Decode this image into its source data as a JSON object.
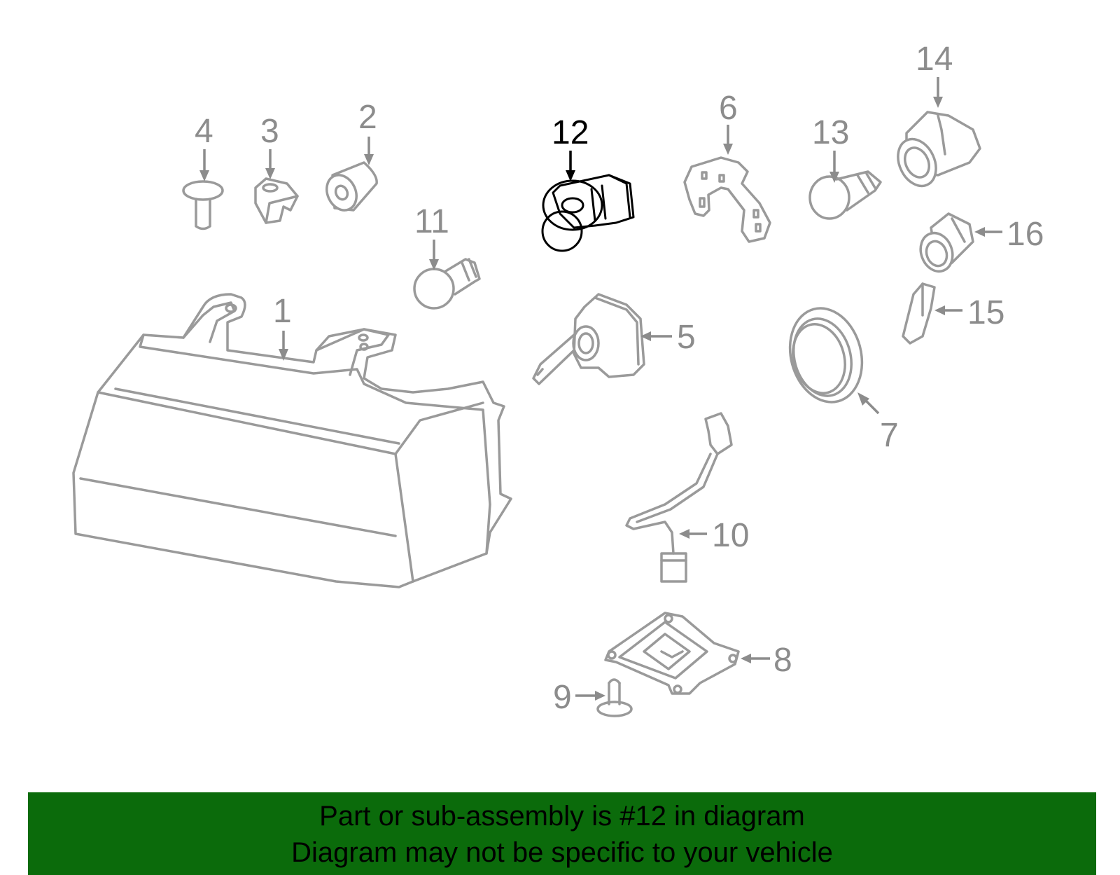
{
  "highlight_color": "#0b6b0b",
  "callouts": {
    "c1": "1",
    "c2": "2",
    "c3": "3",
    "c4": "4",
    "c5": "5",
    "c6": "6",
    "c7": "7",
    "c8": "8",
    "c9": "9",
    "c10": "10",
    "c11": "11",
    "c12": "12",
    "c13": "13",
    "c14": "14",
    "c15": "15",
    "c16": "16"
  },
  "banner": {
    "line1": "Part or sub-assembly is #12 in diagram",
    "line2": "Diagram may not be specific to your vehicle"
  }
}
